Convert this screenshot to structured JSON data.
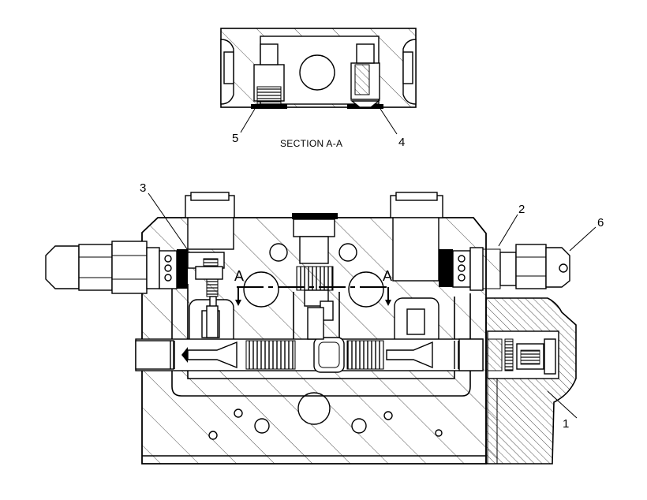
{
  "section_caption": "SECTION A-A",
  "section_marker": "A",
  "callouts": [
    "1",
    "2",
    "3",
    "4",
    "5",
    "6"
  ]
}
